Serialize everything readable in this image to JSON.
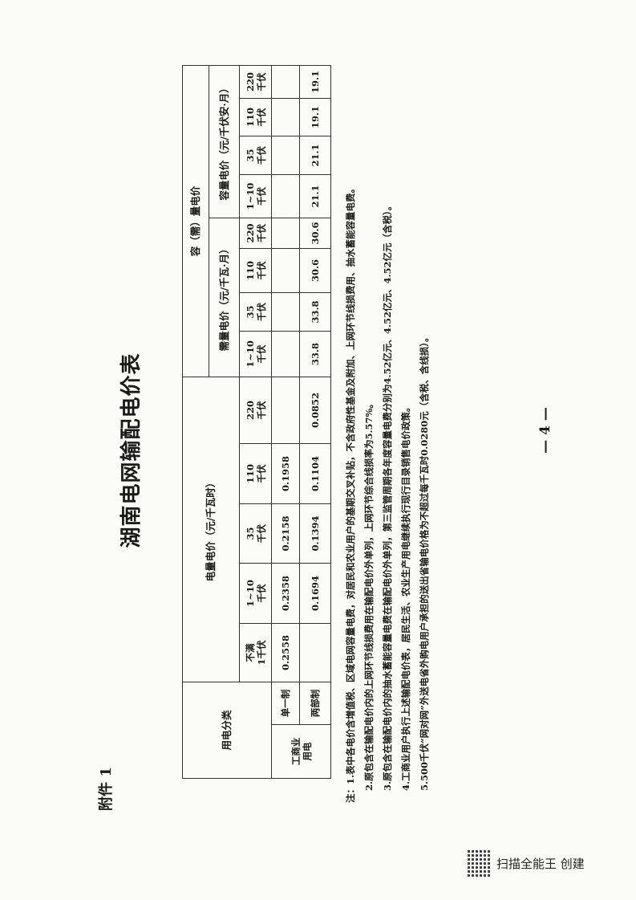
{
  "attachment_label": "附件 1",
  "title": "湖南电网输配电价表",
  "table": {
    "category_header": "用电分类",
    "energy_header": "电量电价（元/千瓦时）",
    "capacity_group_header": "容（需）量电价",
    "demand_header": "需量电价（元/千瓦·月）",
    "capacity_header": "容量电价（元/千伏安·月）",
    "voltage_headers": [
      "不满\n1千伏",
      "1~10\n千伏",
      "35\n千伏",
      "110\n千伏",
      "220\n千伏",
      "1~10\n千伏",
      "35\n千伏",
      "110\n千伏",
      "220\n千伏",
      "1~10\n千伏",
      "35\n千伏",
      "110\n千伏",
      "220\n千伏"
    ],
    "group_label": "工商业\n用电",
    "rows": [
      {
        "label": "单一制",
        "values": [
          "0.2558",
          "0.2358",
          "0.2158",
          "0.1958",
          "",
          "",
          "",
          "",
          "",
          "",
          "",
          "",
          ""
        ]
      },
      {
        "label": "两部制",
        "values": [
          "",
          "0.1694",
          "0.1394",
          "0.1104",
          "0.0852",
          "33.8",
          "33.8",
          "30.6",
          "30.6",
          "21.1",
          "21.1",
          "19.1",
          "19.1"
        ]
      }
    ]
  },
  "notes": [
    "注：1.表中各电价含增值税、区域电网容量电费，对居民和农业用户的基期交叉补贴，不含政府性基金及附加、上网环节线损费用、抽水蓄能容量电费。",
    "2.原包含在输配电价内的上网环节线损费用在输配电价外单列，上网环节综合线损率为5.57%。",
    "3.原包含在输配电价内的抽水蓄能容量电费在输配电价外单列，第三监管周期各年度容量电费分别为4.52亿元、4.52亿元、4.52亿元（含税）。",
    "4.工商业用户执行上述输配电价表，居民生活、农业生产用电继续执行现行目录销售电价政策。",
    "5.500千伏“网对网”外送电省外购电用户承担的送出省输电价格为不超过每千瓦时0.0280元（含税、含线损）。"
  ],
  "page_number": "— 4 —",
  "watermark": "扫描全能王 创建"
}
